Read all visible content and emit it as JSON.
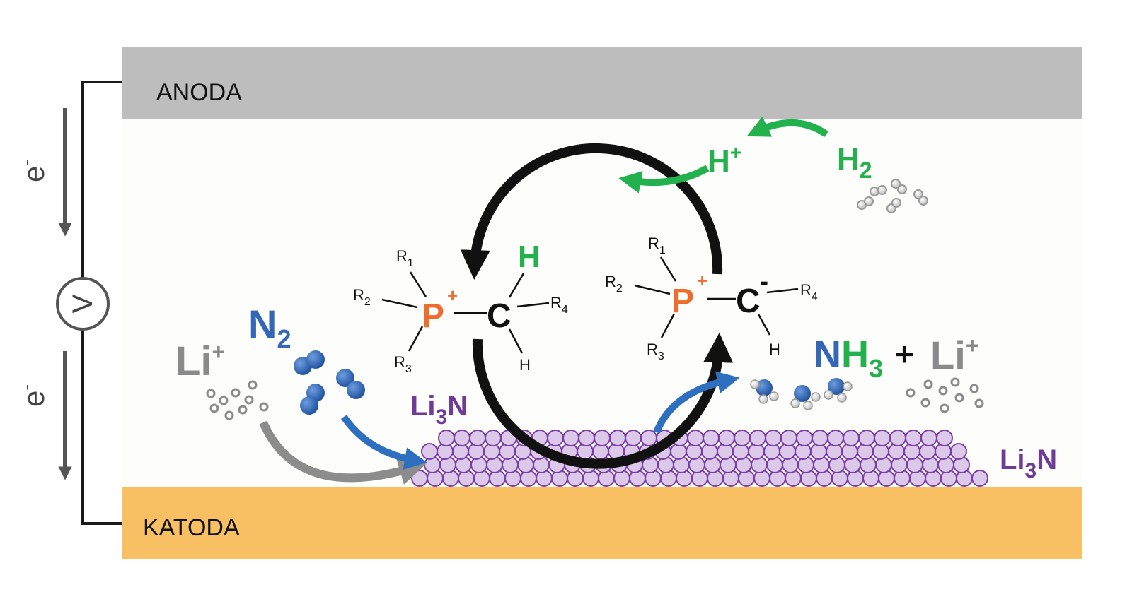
{
  "electrodes": {
    "anode_label": "ANODA",
    "cathode_label": "KATODA"
  },
  "circuit": {
    "electron_symbol": "e",
    "electron_charge": "-",
    "voltmeter_symbol": "V"
  },
  "species": {
    "lithium_ion": {
      "symbol": "Li",
      "charge": "+"
    },
    "nitrogen": {
      "symbol": "N",
      "subscript": "2"
    },
    "lithium_nitride": {
      "prefix": "Li",
      "subscript": "3",
      "suffix": "N"
    },
    "hydrogen": {
      "symbol": "H",
      "subscript": "2"
    },
    "proton": {
      "symbol": "H",
      "charge": "+"
    },
    "ammonia": {
      "n": "N",
      "h": "H",
      "subscript": "3"
    },
    "plus_sign": "+"
  },
  "phosphonium": {
    "p": "P",
    "p_charge": "+",
    "c": "C",
    "h_green": "H",
    "h_bottom": "H",
    "r": "R",
    "r1_sub": "1",
    "r2_sub": "2",
    "r3_sub": "3",
    "r4_sub": "4"
  },
  "ylide": {
    "p": "P",
    "p_charge": "+",
    "c": "C",
    "c_charge": "-",
    "h_bottom": "H",
    "r": "R",
    "r1_sub": "1",
    "r2_sub": "2",
    "r3_sub": "3",
    "r4_sub": "4"
  },
  "colors": {
    "anode": "#bdbdbd",
    "cathode": "#f8c062",
    "electrolyte": "#fdfdfb",
    "green": "#22b14c",
    "blue": "#3467b5",
    "orange": "#ee6d2d",
    "purple": "#6f3b96",
    "grey_text": "#8a8a8a"
  }
}
